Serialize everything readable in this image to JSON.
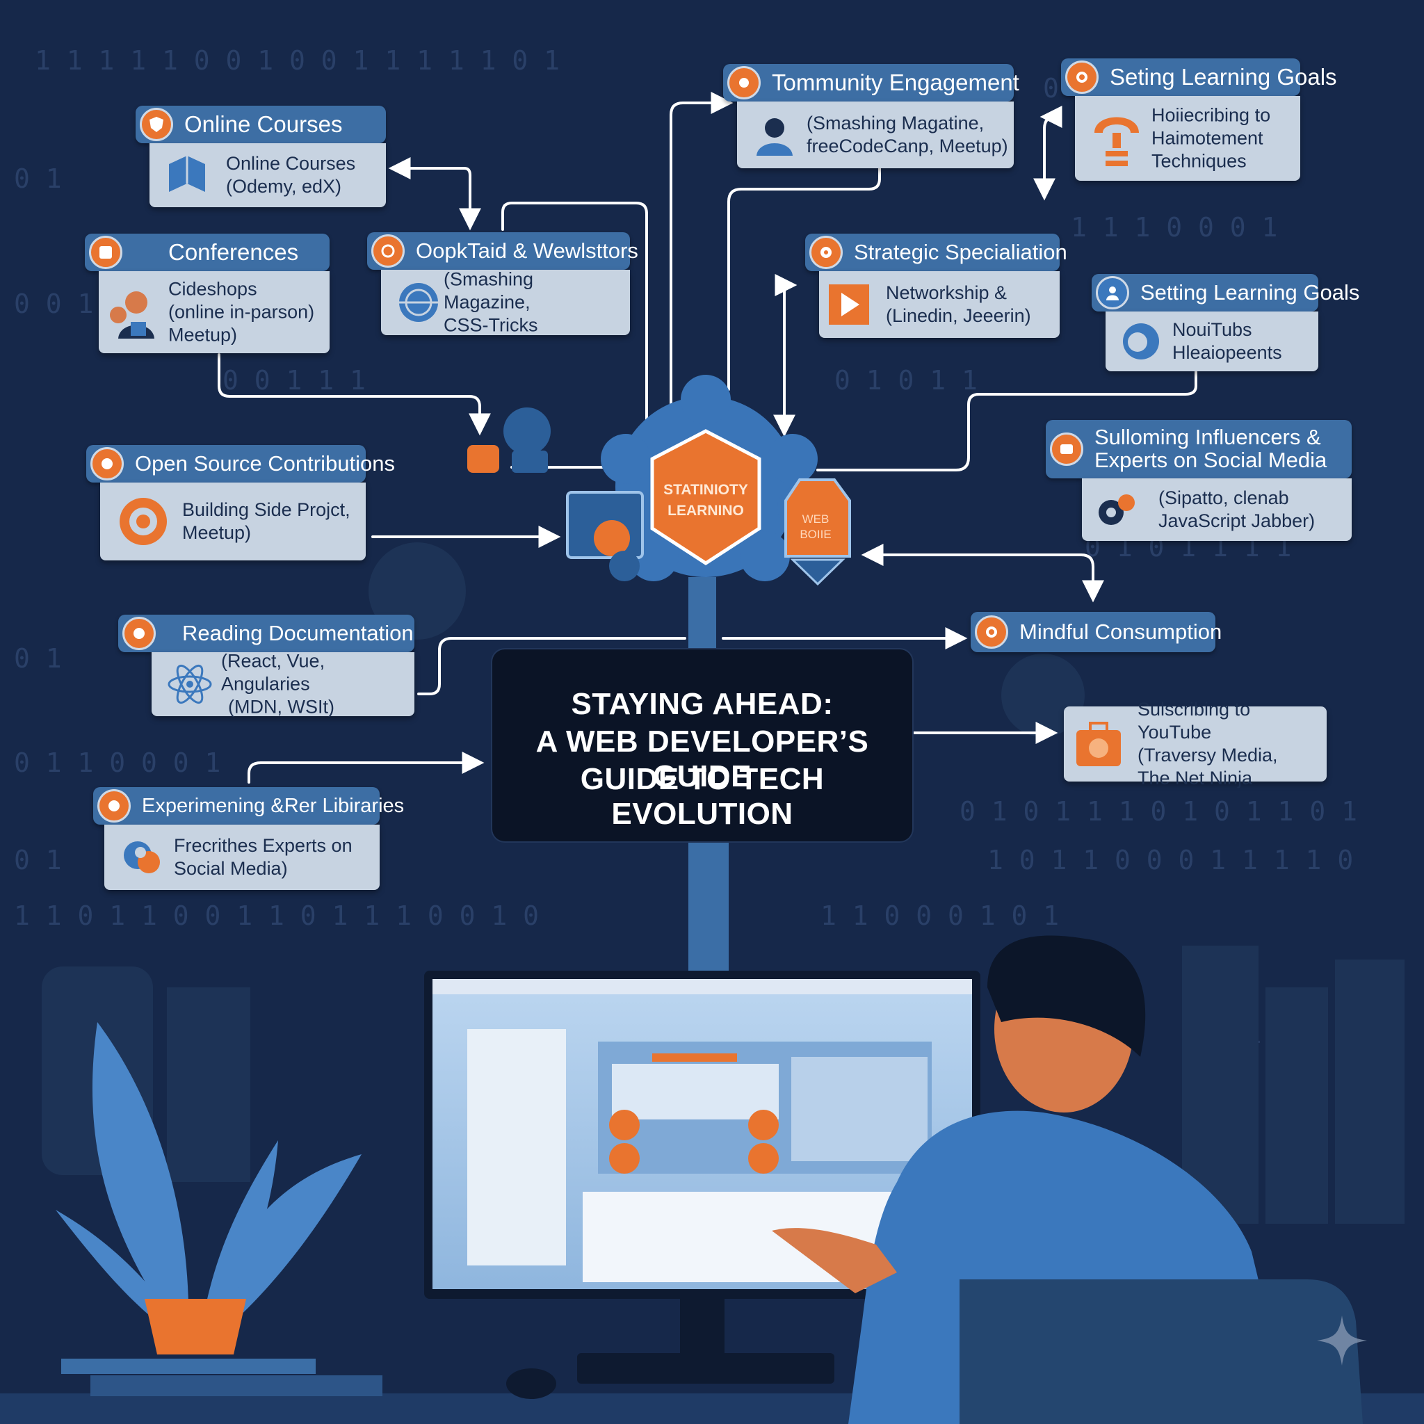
{
  "title": {
    "line1": "STAYING AHEAD:",
    "line2": "A WEB DEVELOPER’S GUIDE",
    "line3": "GUIDE TO TECH EVOLUTION"
  },
  "center": {
    "badge_line1": "STATINIOTY",
    "badge_line2": "LEARNINO",
    "web_line1": "WEB",
    "web_line2": "BOIIE"
  },
  "cards": {
    "online_courses": {
      "title": "Online Courses",
      "line1": "Online Courses",
      "line2": "(Odemy, edX)"
    },
    "conferences": {
      "title": "Conferences",
      "line1": "Cideshops",
      "line2": "(online in-parson)",
      "line3": "Meetup)"
    },
    "podcasts": {
      "title": "OopkTaid & Wewlsttors",
      "line1": "(Smashing Magazine,",
      "line2": "CSS-Tricks"
    },
    "community": {
      "title": "Tommunity Engagement",
      "line1": "(Smashing Magatine,",
      "line2": "freeCodeCanp, Meetup)"
    },
    "learning_goals_top": {
      "title": "Seting Learning Goals",
      "line1": "Hoiiecribing to",
      "line2": "Haimotement",
      "line3": "Techniques"
    },
    "strategic": {
      "title": "Strategic Specialiation",
      "line1": "Networkship &",
      "line2": "(Linedin, Jeeerin)"
    },
    "learning_goals_mid": {
      "title": "Setting Learning Goals",
      "line1": "NouiTubs",
      "line2": "Hleaiopeents"
    },
    "open_source": {
      "title": "Open Source Contributions",
      "line1": "Building Side Projct,",
      "line2": "Meetup)"
    },
    "influencers": {
      "title": "Sulloming Influencers &",
      "title2": "Experts on Social Media",
      "line1": "(Sipatto,  clenab",
      "line2": "JavaScript Jabber)"
    },
    "documentation": {
      "title": "Reading Documentation",
      "line1": "(React, Vue, Angularies",
      "line2": "(MDN, WSIt)"
    },
    "mindful": {
      "title": "Mindful Consumption"
    },
    "youtube": {
      "line1": "Sulscribing to YouTube",
      "line2": "(Traversy Media,",
      "line3": "The Net Ninja"
    },
    "experimenting": {
      "title": "Experimening &Rer Libiraries",
      "line1": "Frecrithes Experts on",
      "line2": "Social Media)"
    }
  },
  "colors": {
    "background": "#16284a",
    "header": "#3d6ea4",
    "card_body": "#c7d3e1",
    "accent": "#e9742f",
    "title_box": "#0b1426"
  }
}
